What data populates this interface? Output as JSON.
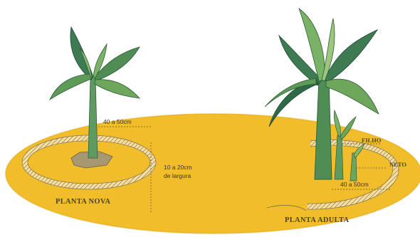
{
  "labels": {
    "young_width": "40 a 50cm",
    "young_band_line1": "10 a 20cm",
    "young_band_line2": "de largura",
    "young_caption": "PLANTA NOVA",
    "son": "FILHO",
    "grandson": "NETO",
    "adult_width": "40 a 50cm",
    "adult_caption": "PLANTA ADULTA"
  },
  "colors": {
    "ground": "#f2bd2a",
    "ground_edge": "#e6a915",
    "leaf_dark": "#3e7a52",
    "leaf_light": "#6ea65c",
    "trunk": "#5f9b60",
    "ring_fill": "#f7e2a4",
    "ring_line": "#8a7a4e"
  },
  "icons": [
    "young-banana-plant-icon",
    "adult-banana-plant-icon",
    "mulch-ring-icon"
  ]
}
